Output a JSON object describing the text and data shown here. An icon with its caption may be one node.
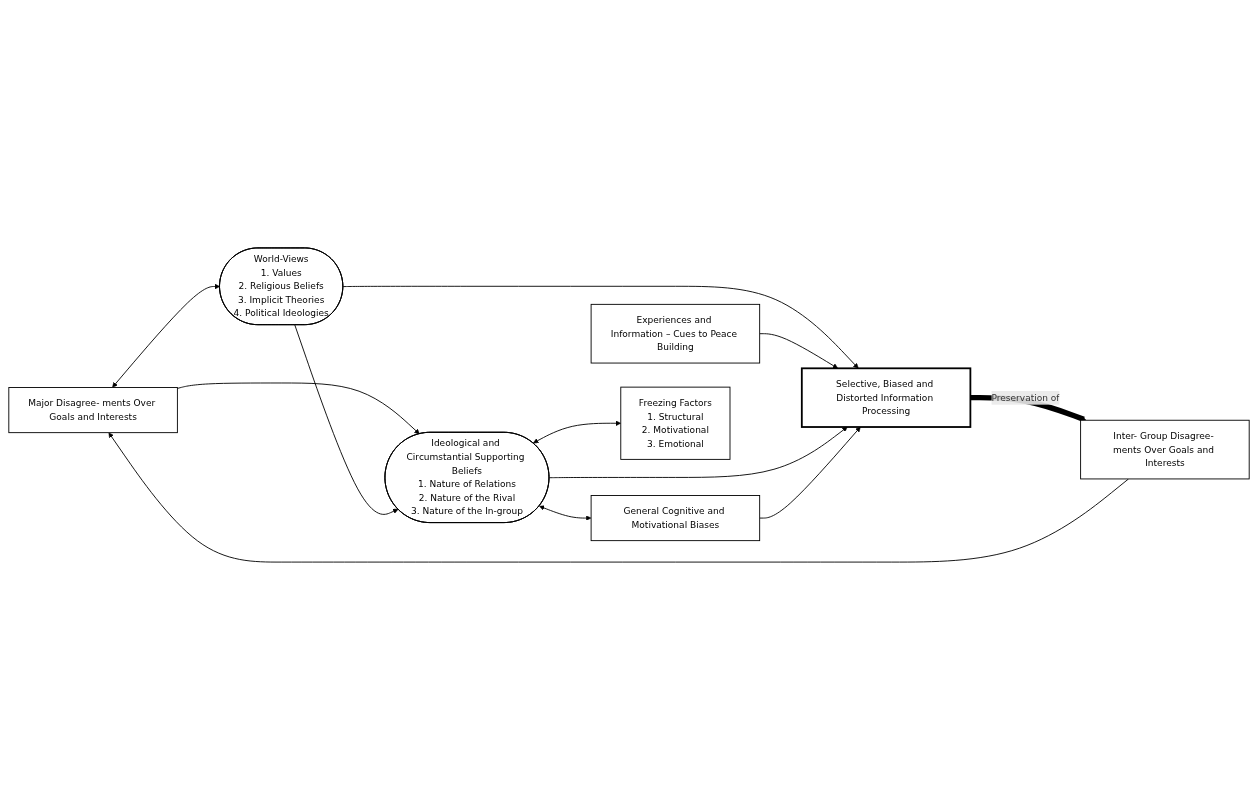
{
  "diagram": {
    "nodes": [
      {
        "text": [
          "Major Disagree- ments Over Goals and Interests"
        ]
      },
      {
        "text": [
          "World-Views",
          "1. Values",
          "2. Religious Beliefs",
          "3. Implicit Theories",
          "4. Political Ideologies"
        ]
      },
      {
        "text": [
          "Experiences and Information – Cues to Peace Building"
        ]
      },
      {
        "text": [
          "Ideological and Circumstantial Supporting Beliefs",
          "1. Nature of Relations",
          "2. Nature of the Rival",
          "3. Nature of the In-group"
        ]
      },
      {
        "text": [
          "Selective, Biased and Distorted Information Processing"
        ]
      },
      {
        "text": [
          "Inter- Group Disagree- ments Over Goals and Interests"
        ]
      },
      {
        "text": [
          "General Cognitive and Motivational Biases"
        ]
      },
      {
        "text": [
          "Freezing Factors",
          "1. Structural",
          "2. Motivational",
          "3. Emotional"
        ]
      }
    ],
    "edges": [
      {
        "from": 5,
        "to": 0,
        "arrow": "to"
      },
      {
        "from": 0,
        "to": 1,
        "arrow": "both"
      },
      {
        "from": 0,
        "to": 3,
        "arrow": "to"
      },
      {
        "from": 1,
        "to": 3,
        "arrow": "to"
      },
      {
        "from": 1,
        "to": 4,
        "arrow": "to"
      },
      {
        "from": 2,
        "to": 4,
        "arrow": "to"
      },
      {
        "from": 3,
        "to": 4,
        "arrow": "to"
      },
      {
        "from": 3,
        "to": 6,
        "arrow": "both"
      },
      {
        "from": 6,
        "to": 4,
        "arrow": "to"
      },
      {
        "from": 3,
        "to": 7,
        "arrow": "both"
      },
      {
        "from": 4,
        "to": 5,
        "arrow": "to",
        "label": "Preservation of",
        "style": "thick"
      }
    ]
  }
}
